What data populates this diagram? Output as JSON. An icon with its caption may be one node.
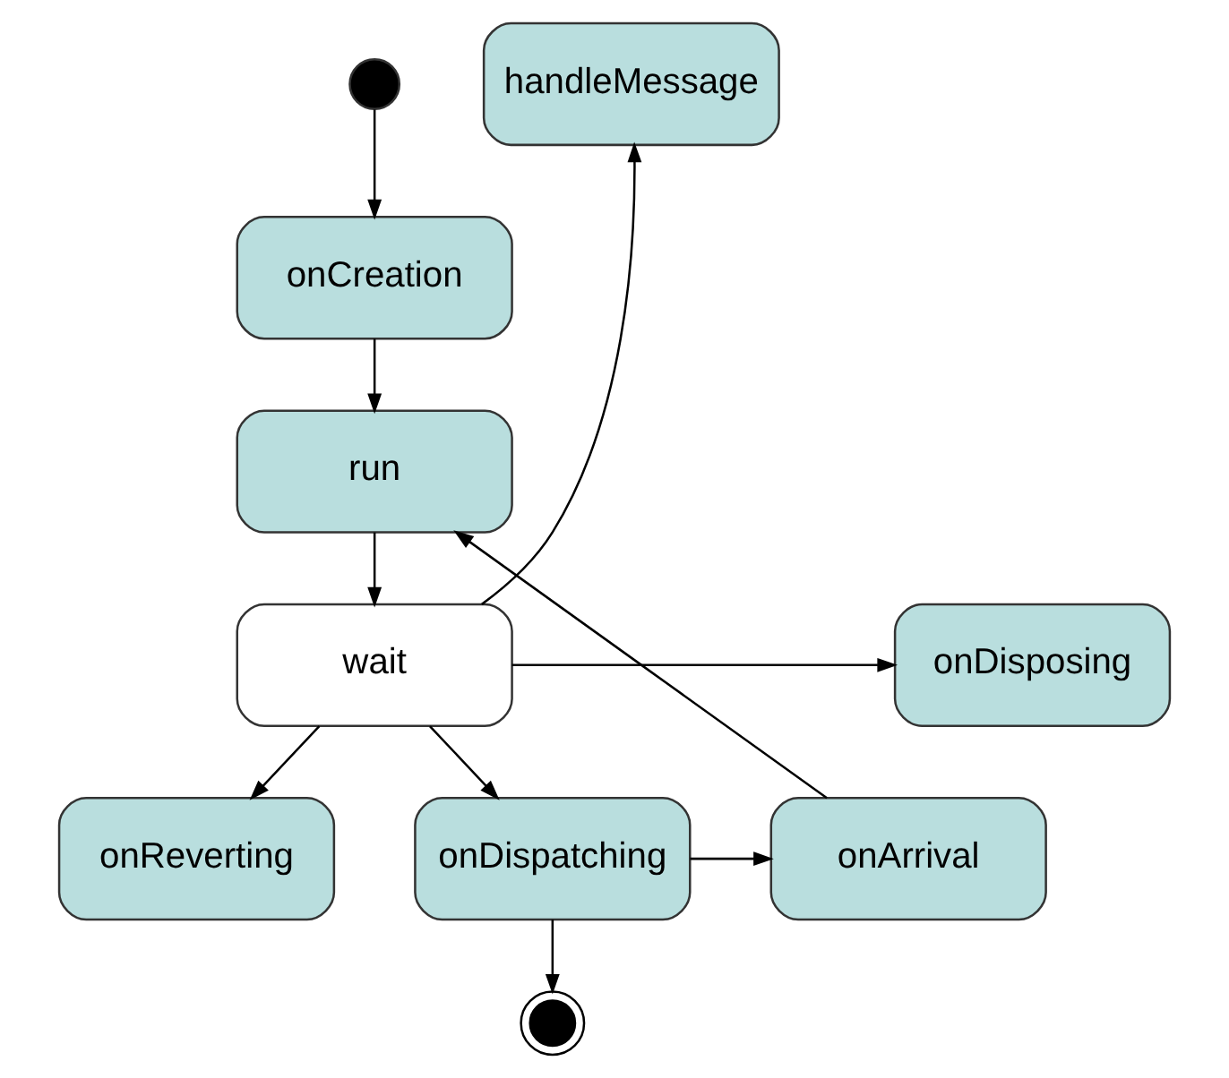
{
  "diagram": {
    "nodes": [
      {
        "text": [],
        "shape": "circle"
      },
      {
        "text": [
          "onCreation"
        ]
      },
      {
        "text": [
          "run"
        ]
      },
      {
        "text": [
          "handleMessage"
        ]
      },
      {
        "text": [
          "onDisposing"
        ]
      },
      {
        "text": [
          "wait"
        ]
      },
      {
        "text": [
          "onReverting"
        ]
      },
      {
        "text": [
          "onDispatching"
        ]
      },
      {
        "text": [
          "onArrival"
        ]
      },
      {
        "text": [],
        "shape": "bullseye"
      }
    ],
    "edges": [
      {
        "from": 0,
        "to": 1,
        "arrow": "to"
      },
      {
        "from": 1,
        "to": 2,
        "arrow": "to"
      },
      {
        "from": 2,
        "to": 5,
        "arrow": "to"
      },
      {
        "from": 5,
        "to": 3,
        "arrow": "to"
      },
      {
        "from": 5,
        "to": 4,
        "arrow": "to"
      },
      {
        "from": 5,
        "to": 6,
        "arrow": "to"
      },
      {
        "from": 5,
        "to": 7,
        "arrow": "to"
      },
      {
        "from": 7,
        "to": 8,
        "arrow": "to"
      },
      {
        "from": 8,
        "to": 2,
        "arrow": "to"
      },
      {
        "from": 7,
        "to": 9,
        "arrow": "to"
      }
    ]
  }
}
